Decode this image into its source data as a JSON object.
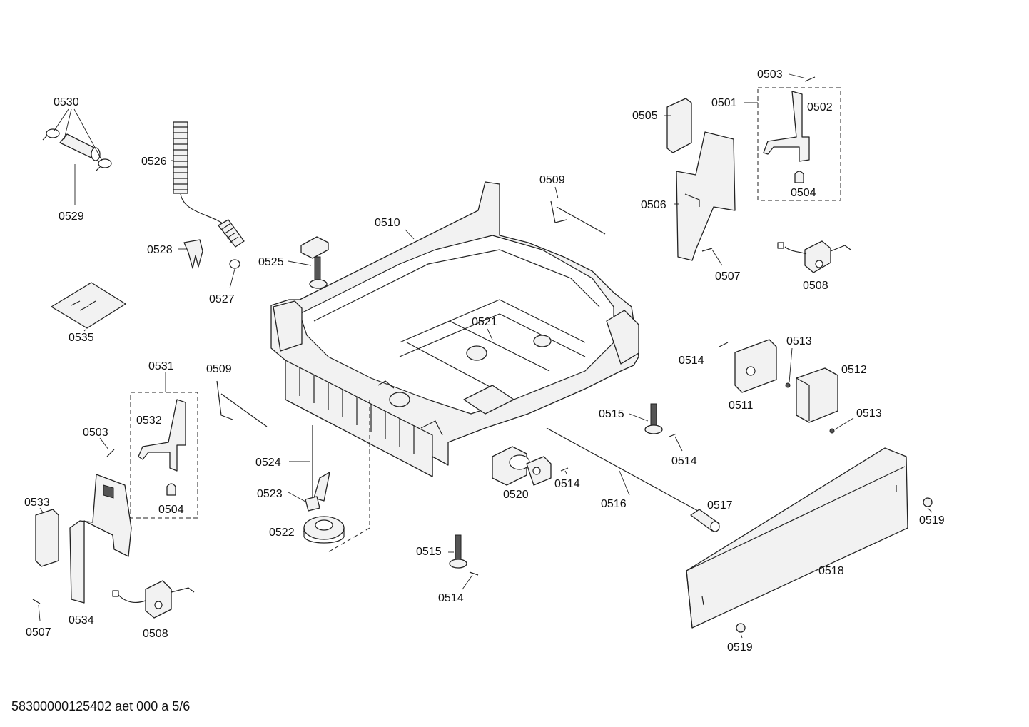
{
  "footer": "58300000125402 aet 000 a 5/6",
  "labels": {
    "l0503a": "0503",
    "l0501": "0501",
    "l0502": "0502",
    "l0505": "0505",
    "l0506": "0506",
    "l0504a": "0504",
    "l0507a": "0507",
    "l0508a": "0508",
    "l0530": "0530",
    "l0529": "0529",
    "l0526": "0526",
    "l0528": "0528",
    "l0527": "0527",
    "l0535": "0535",
    "l0525": "0525",
    "l0510": "0510",
    "l0509a": "0509",
    "l0521": "0521",
    "l0531": "0531",
    "l0532": "0532",
    "l0503b": "0503",
    "l0504b": "0504",
    "l0533": "0533",
    "l0534": "0534",
    "l0507b": "0507",
    "l0508b": "0508",
    "l0509b": "0509",
    "l0524": "0524",
    "l0523": "0523",
    "l0522": "0522",
    "l0514a": "0514",
    "l0513a": "0513",
    "l0512": "0512",
    "l0511": "0511",
    "l0513b": "0513",
    "l0515a": "0515",
    "l0514b": "0514",
    "l0520": "0520",
    "l0514c": "0514",
    "l0516": "0516",
    "l0517": "0517",
    "l0519a": "0519",
    "l0518": "0518",
    "l0519b": "0519",
    "l0515b": "0515",
    "l0514d": "0514"
  }
}
